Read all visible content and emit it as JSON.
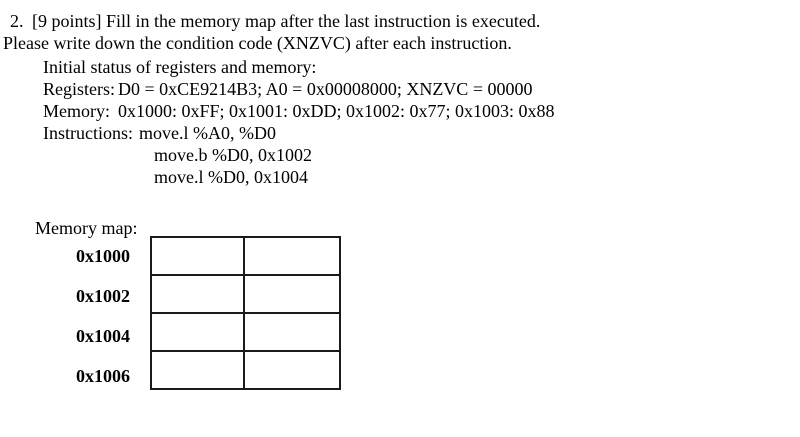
{
  "question": {
    "number": "2.",
    "text": "[9 points] Fill in the memory map after the last instruction is executed.",
    "line2": "Please write down the condition code (XNZVC) after each instruction."
  },
  "setup": {
    "heading": "Initial status of registers and memory:",
    "registers_label": "Registers:",
    "registers_value": "D0 = 0xCE9214B3; A0 = 0x00008000; XNZVC = 00000",
    "memory_label": "Memory:",
    "memory_value": "0x1000: 0xFF; 0x1001: 0xDD; 0x1002: 0x77; 0x1003: 0x88",
    "instructions_label": "Instructions:",
    "instructions": [
      "move.l %A0, %D0",
      "move.b %D0, 0x1002",
      "move.l %D0, 0x1004"
    ]
  },
  "memory_map": {
    "title": "Memory map:",
    "row_labels": [
      "0x1000",
      "0x1002",
      "0x1004",
      "0x1006"
    ],
    "columns": 2,
    "cell_values": [
      [
        "",
        ""
      ],
      [
        "",
        ""
      ],
      [
        "",
        ""
      ],
      [
        "",
        ""
      ]
    ]
  },
  "colors": {
    "background": "#ffffff",
    "text": "#000000",
    "table_border": "#1a1a1a"
  }
}
